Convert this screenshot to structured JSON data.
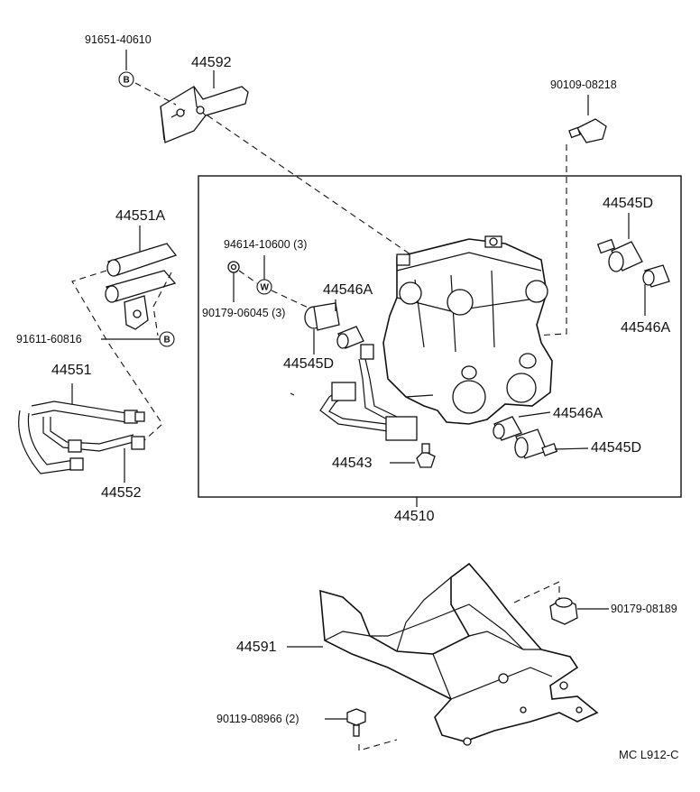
{
  "diagram": {
    "code": "MC L912-C",
    "symbols": {
      "b": "B",
      "w": "W"
    },
    "parts": [
      {
        "id": "91651-40610"
      },
      {
        "id": "44592"
      },
      {
        "id": "90109-08218"
      },
      {
        "id": "44551A"
      },
      {
        "id": "94614-10600 (3)"
      },
      {
        "id": "90179-06045 (3)"
      },
      {
        "id": "44546A"
      },
      {
        "id": "44545D"
      },
      {
        "id": "44546A"
      },
      {
        "id": "44545D"
      },
      {
        "id": "91611-60816"
      },
      {
        "id": "44551"
      },
      {
        "id": "44552"
      },
      {
        "id": "44546A"
      },
      {
        "id": "44545D"
      },
      {
        "id": "44543"
      },
      {
        "id": "44510"
      },
      {
        "id": "90179-08189"
      },
      {
        "id": "44591"
      },
      {
        "id": "90119-08966 (2)"
      }
    ]
  }
}
